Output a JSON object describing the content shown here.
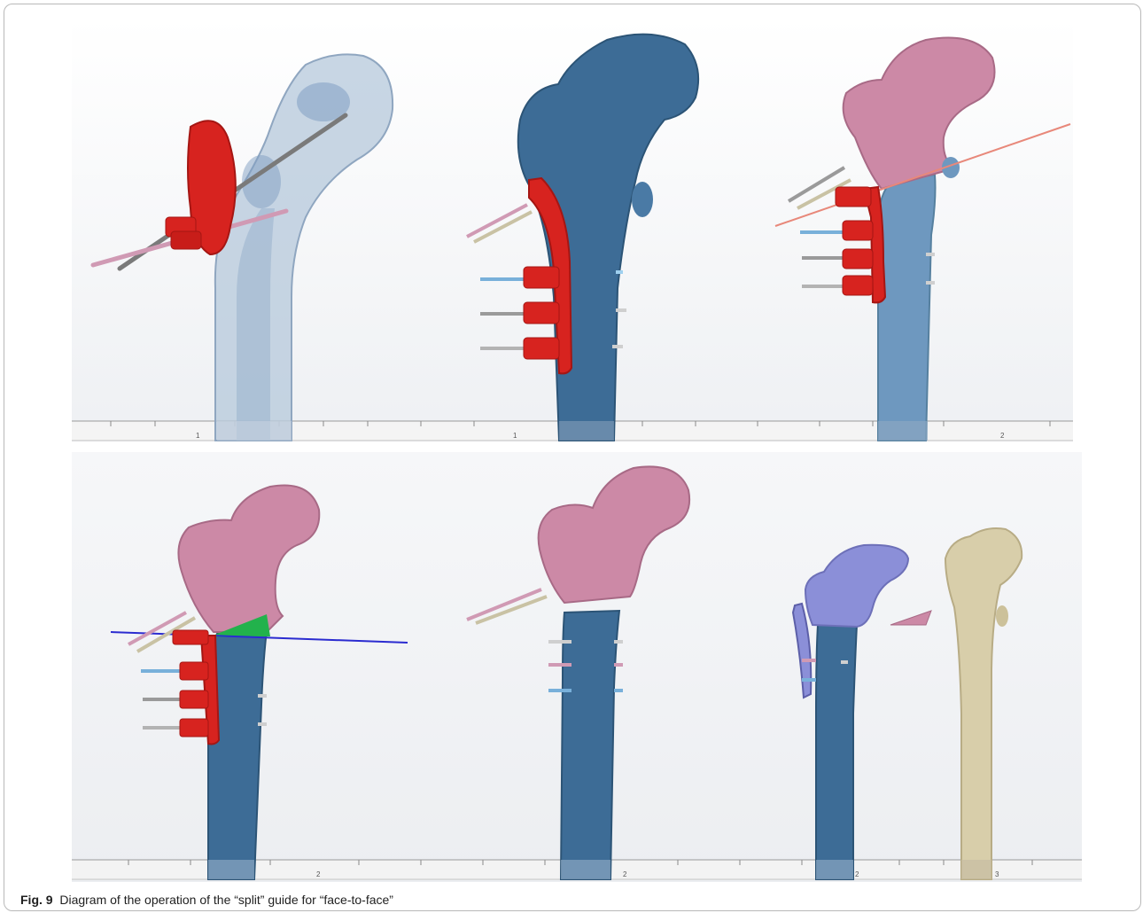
{
  "caption": {
    "label": "Fig. 9",
    "text": "Diagram of the operation of the “split” guide for “face-to-face”"
  },
  "panels": [
    {
      "id": "panel-1",
      "ruler_labels": [
        "1",
        "1",
        "2"
      ]
    },
    {
      "id": "panel-2",
      "ruler_labels": [
        "2",
        "2",
        "2",
        "3"
      ]
    }
  ],
  "colors": {
    "bone_blue": "#3d6c96",
    "bone_light_blue": "#6e98bf",
    "bone_translucent": "#a8bdd4",
    "bone_pink": "#cc89a6",
    "bone_purple": "#8b8fd8",
    "bone_beige": "#d8ceaa",
    "guide_red": "#d7231f",
    "cut_plane_green": "#22b24c",
    "cut_line_blue": "#2b2bd0",
    "cut_line_red": "#e8887a"
  }
}
